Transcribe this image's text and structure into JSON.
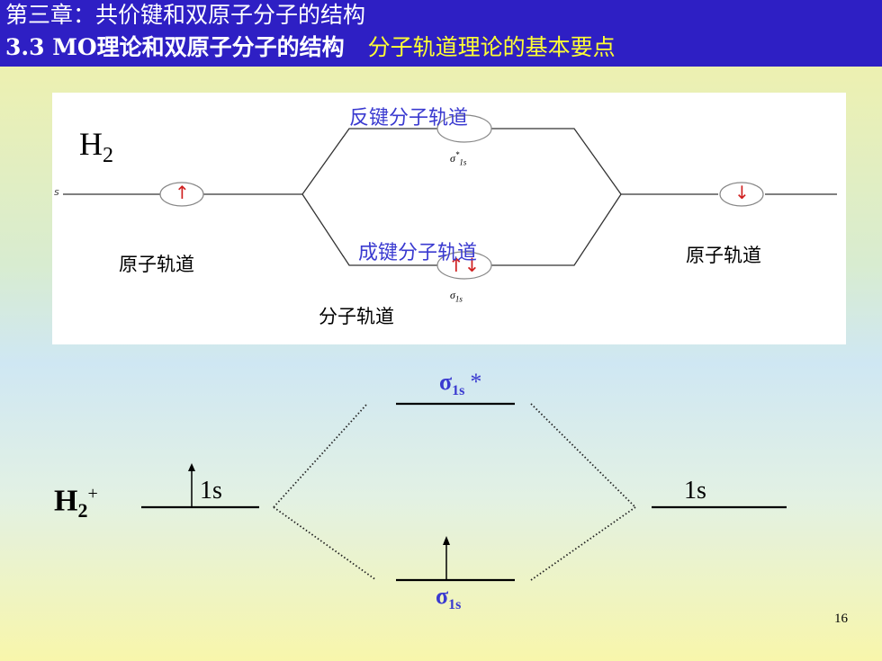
{
  "header": {
    "line1": "第三章：共价键和双原子分子的结构",
    "line2": "3.3   MO理论和双原子分子的结构",
    "line2_highlight": "分子轨道理论的基本要点"
  },
  "top_diagram": {
    "molecule": "H",
    "molecule_sub": "2",
    "antibonding_label": "反键分子轨道",
    "antibonding_symbol": "σ",
    "antibonding_sub": "1s",
    "antibonding_sup": "*",
    "bonding_label": "成键分子轨道",
    "bonding_symbol": "σ",
    "bonding_sub": "1s",
    "left_atomic_label": "原子轨道",
    "right_atomic_label": "原子轨道",
    "molecular_label": "分子轨道",
    "left_edge_char": "s",
    "up_arrow": "↑",
    "down_arrow": "↓",
    "pair_arrows": "↑↓"
  },
  "bottom_diagram": {
    "molecule": "H",
    "molecule_sub": "2",
    "molecule_sup": "+",
    "left_level": "1s",
    "right_level": "1s",
    "antibonding_symbol": "σ",
    "antibonding_sub": "1s",
    "antibonding_star": "*",
    "bonding_symbol": "σ",
    "bonding_sub": "1s"
  },
  "page_number": "16",
  "colors": {
    "header_bg": "#2e1fc4",
    "header_text": "#ffffff",
    "highlight_text": "#ffff33",
    "label_blue": "#3a3ad0",
    "arrow_red": "#d02020"
  }
}
